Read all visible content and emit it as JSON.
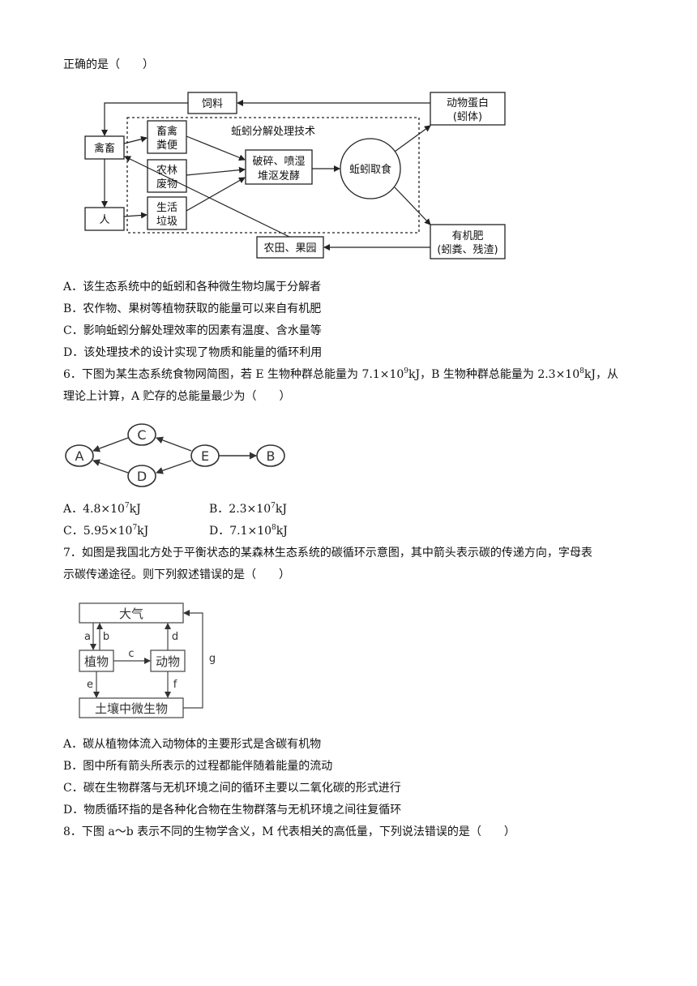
{
  "intro": "正确的是（　　）",
  "q5": {
    "figure": {
      "feed": "饲料",
      "animal_protein": [
        "动物蛋白",
        "(蚓体)"
      ],
      "dashed_title": "蚯蚓分解处理技术",
      "poultry": "禽畜",
      "manure": [
        "畜禽",
        "粪便"
      ],
      "agri_waste": [
        "农林",
        "废物"
      ],
      "domestic_waste": [
        "生活",
        "垃圾"
      ],
      "person": "人",
      "process": [
        "破碎、喷湿",
        "堆沤发酵"
      ],
      "earthworm": "蚯蚓取食",
      "fertilizer": [
        "有机肥",
        "(蚓粪、残渣)"
      ],
      "farmland": "农田、果园"
    },
    "options": [
      "A．该生态系统中的蚯蚓和各种微生物均属于分解者",
      "B．农作物、果树等植物获取的能量可以来自有机肥",
      "C．影响蚯蚓分解处理效率的因素有温度、含水量等",
      "D．该处理技术的设计实现了物质和能量的循环利用"
    ]
  },
  "q6": {
    "line1_a": "6．下图为某生态系统食物网简图，若 E 生物种群总能量为 7.1×10",
    "line1_sup1": "9",
    "line1_b": "kJ，B 生物种群总能量为 2.3×10",
    "line1_sup2": "8",
    "line1_c": "kJ，从",
    "line2": "理论上计算，A 贮存的总能量最少为（　　）",
    "nodes": [
      "A",
      "C",
      "D",
      "E",
      "B"
    ],
    "options": [
      {
        "pre": "A．4.8×10",
        "exp": "7",
        "unit": "kJ"
      },
      {
        "pre": "B．2.3×10",
        "exp": "7",
        "unit": "kJ"
      },
      {
        "pre": "C．5.95×10",
        "exp": "7",
        "unit": "kJ"
      },
      {
        "pre": "D．7.1×10",
        "exp": "8",
        "unit": "kJ"
      }
    ]
  },
  "q7": {
    "line1": "7．如图是我国北方处于平衡状态的某森林生态系统的碳循环示意图，其中箭头表示碳的传递方向，字母表",
    "line2": "示碳传递途径。则下列叙述错误的是（　　）",
    "figure": {
      "atmosphere": "大气",
      "plant": "植物",
      "animal": "动物",
      "soil_microbes": "土壤中微生物",
      "labels": [
        "a",
        "b",
        "c",
        "d",
        "e",
        "f",
        "g"
      ]
    },
    "options": [
      "A．碳从植物体流入动物体的主要形式是含碳有机物",
      "B．图中所有箭头所表示的过程都能伴随着能量的流动",
      "C．碳在生物群落与无机环境之间的循环主要以二氧化碳的形式进行",
      "D．物质循环指的是各种化合物在生物群落与无机环境之间往复循环"
    ]
  },
  "q8": {
    "line1": "8．下图 a～b 表示不同的生物学含义，M 代表相关的高低量，下列说法错误的是（　　）"
  }
}
